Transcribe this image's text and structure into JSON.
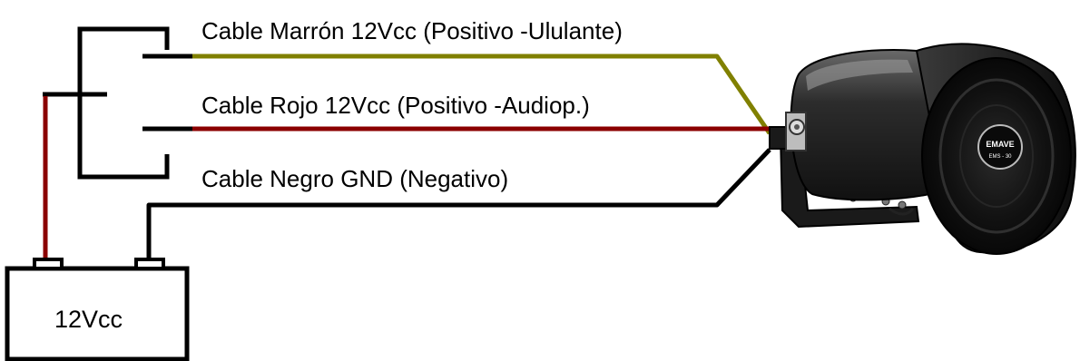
{
  "wires": {
    "brown": {
      "label": "Cable Marrón 12Vcc (Positivo -Ululante)",
      "color": "#808000"
    },
    "red": {
      "label": "Cable Rojo 12Vcc (Positivo -Audiop.)",
      "color": "#8b0000"
    },
    "black": {
      "label": "Cable Negro GND (Negativo)",
      "color": "#000000"
    }
  },
  "battery": {
    "label": "12Vcc"
  },
  "siren": {
    "brand": "EMAVE",
    "model": "EMS - 30"
  },
  "icons": {
    "switch": "switch-icon",
    "battery": "battery-icon",
    "siren": "siren-horn-icon"
  }
}
